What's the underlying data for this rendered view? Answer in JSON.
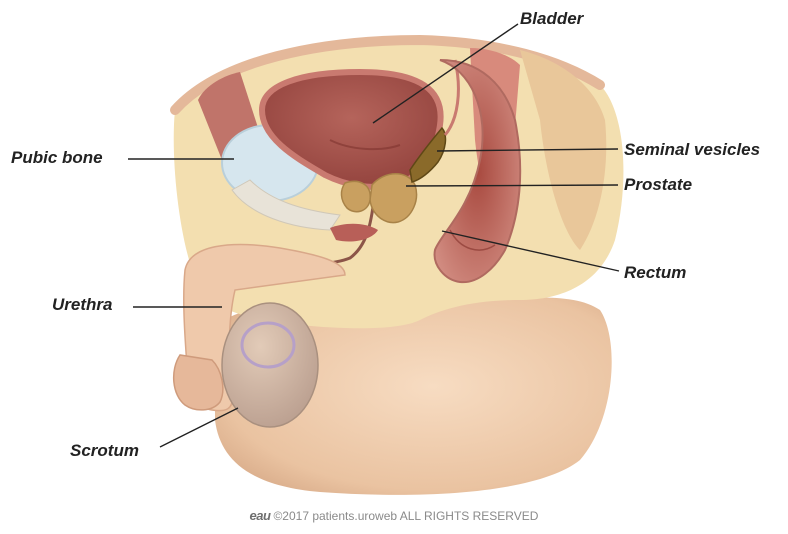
{
  "labels": {
    "bladder": "Bladder",
    "pubic_bone": "Pubic bone",
    "seminal_vesicles": "Seminal vesicles",
    "prostate": "Prostate",
    "rectum": "Rectum",
    "urethra": "Urethra",
    "scrotum": "Scrotum"
  },
  "footer": {
    "logo": "eau",
    "copyright": "©2017 patients.uroweb ALL RIGHTS RESERVED"
  },
  "colors": {
    "skin": "#efd0b4",
    "skin_shade": "#d9ad8a",
    "bladder_wall": "#b86a64",
    "bladder_inner": "#9e4f48",
    "bone": "#d6e6ee",
    "prostate": "#c9a060",
    "seminal": "#8a6a2a",
    "rectum": "#c77b71",
    "fat": "#f3dfb0",
    "leader_line": "#222222"
  }
}
